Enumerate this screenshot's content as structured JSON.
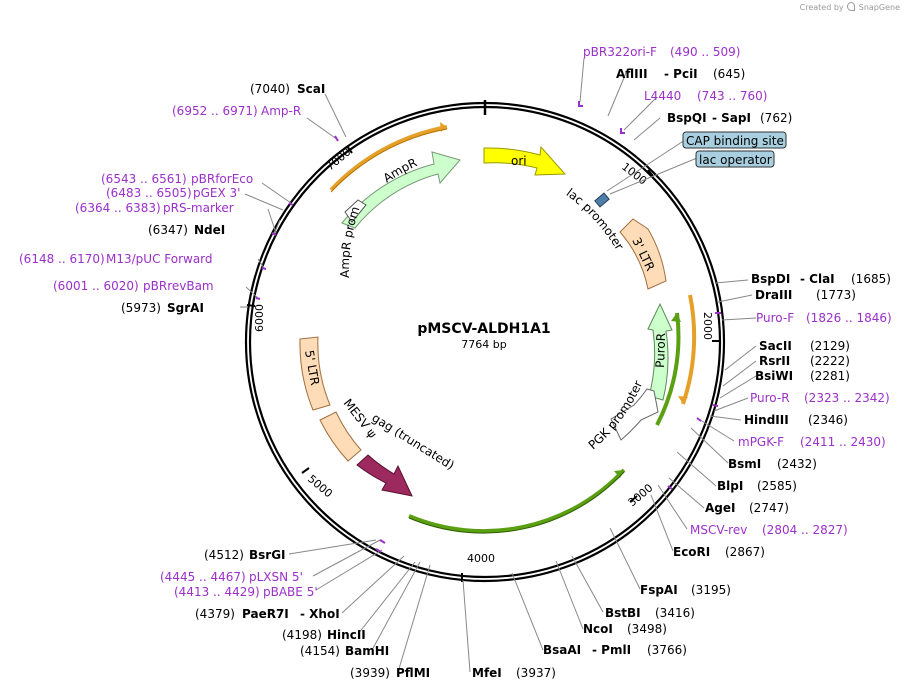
{
  "credit": {
    "created_by": "Created by",
    "brand": "SnapGene"
  },
  "plasmid": {
    "name": "pMSCV-ALDH1A1",
    "length": "7764 bp"
  },
  "ticks": [
    "1000",
    "2000",
    "3000",
    "4000",
    "5000",
    "6000",
    "7000"
  ],
  "features": {
    "ori": "ori",
    "ampr": "AmpR",
    "ampr_promoter": "AmpR promoter",
    "lac_promoter": "lac promoter",
    "ltr3": "3' LTR",
    "puror": "PuroR",
    "pgk_promoter": "PGK promoter",
    "ltr5": "5' LTR",
    "mesv_psi": "MESV ψ",
    "gag": "gag (truncated)",
    "cap_site": "CAP binding site",
    "lac_operator": "lac operator"
  },
  "enzymes": [
    {
      "id": "scai",
      "pre": "(7040)",
      "name": "ScaI",
      "post": ""
    },
    {
      "id": "ndei",
      "pre": "(6347)",
      "name": "NdeI",
      "post": ""
    },
    {
      "id": "sgrai",
      "pre": "(5973)",
      "name": "SgrAI",
      "post": ""
    },
    {
      "id": "afliii",
      "pre": "",
      "name": "AflIII",
      "post": ""
    },
    {
      "id": "pcii",
      "pre": "",
      "name": "- PciI",
      "post": "(645)"
    },
    {
      "id": "bspqi",
      "pre": "",
      "name": "BspQI",
      "post": ""
    },
    {
      "id": "sapi",
      "pre": "",
      "name": "- SapI",
      "post": "(762)"
    },
    {
      "id": "bspdi",
      "pre": "",
      "name": "BspDI",
      "post": ""
    },
    {
      "id": "clai",
      "pre": "",
      "name": "- ClaI",
      "post": "(1685)"
    },
    {
      "id": "draiii",
      "pre": "",
      "name": "DraIII",
      "post": "(1773)"
    },
    {
      "id": "sacii",
      "pre": "",
      "name": "SacII",
      "post": "(2129)"
    },
    {
      "id": "rsrii",
      "pre": "",
      "name": "RsrII",
      "post": "(2222)"
    },
    {
      "id": "bsiwi",
      "pre": "",
      "name": "BsiWI",
      "post": "(2281)"
    },
    {
      "id": "hindiii",
      "pre": "",
      "name": "HindIII",
      "post": "(2346)"
    },
    {
      "id": "bsmi",
      "pre": "",
      "name": "BsmI",
      "post": "(2432)"
    },
    {
      "id": "blpi",
      "pre": "",
      "name": "BlpI",
      "post": "(2585)"
    },
    {
      "id": "agei",
      "pre": "",
      "name": "AgeI",
      "post": "(2747)"
    },
    {
      "id": "ecori",
      "pre": "",
      "name": "EcoRI",
      "post": "(2867)"
    },
    {
      "id": "fspai",
      "pre": "",
      "name": "FspAI",
      "post": "(3195)"
    },
    {
      "id": "bstbi",
      "pre": "",
      "name": "BstBI",
      "post": "(3416)"
    },
    {
      "id": "ncoi",
      "pre": "",
      "name": "NcoI",
      "post": "(3498)"
    },
    {
      "id": "bsaai",
      "pre": "",
      "name": "BsaAI",
      "post": ""
    },
    {
      "id": "pmli",
      "pre": "",
      "name": "- PmlI",
      "post": "(3766)"
    },
    {
      "id": "mfei",
      "pre": "",
      "name": "MfeI",
      "post": "(3937)"
    },
    {
      "id": "pflmi",
      "pre": "(3939)",
      "name": "PflMI",
      "post": ""
    },
    {
      "id": "bamhi",
      "pre": "(4154)",
      "name": "BamHI",
      "post": ""
    },
    {
      "id": "hincii",
      "pre": "(4198)",
      "name": "HincII",
      "post": ""
    },
    {
      "id": "paer7i",
      "pre": "(4379)",
      "name": "PaeR7I",
      "post": ""
    },
    {
      "id": "xhoi",
      "pre": "",
      "name": "- XhoI",
      "post": ""
    },
    {
      "id": "bsrgi",
      "pre": "(4512)",
      "name": "BsrGI",
      "post": ""
    }
  ],
  "primers": [
    {
      "id": "pbr322ori",
      "name": "pBR322ori-F",
      "range": "(490 .. 509)"
    },
    {
      "id": "l4440",
      "name": "L4440",
      "range": "(743 .. 760)"
    },
    {
      "id": "puro_f",
      "name": "Puro-F",
      "range": "(1826 .. 1846)"
    },
    {
      "id": "puro_r",
      "name": "Puro-R",
      "range": "(2323 .. 2342)"
    },
    {
      "id": "mpgk_f",
      "name": "mPGK-F",
      "range": "(2411 .. 2430)"
    },
    {
      "id": "mscv_rev",
      "name": "MSCV-rev",
      "range": "(2804 .. 2827)"
    },
    {
      "id": "amp_r",
      "name": "Amp-R",
      "range": "(6952 .. 6971)"
    },
    {
      "id": "pbrforeco",
      "name": "pBRforEco",
      "range": "(6543 .. 6561)"
    },
    {
      "id": "pgex3",
      "name": "pGEX 3'",
      "range": "(6483 .. 6505)"
    },
    {
      "id": "prs_marker",
      "name": "pRS-marker",
      "range": "(6364 .. 6383)"
    },
    {
      "id": "m13_puc",
      "name": "M13/pUC Forward",
      "range": "(6148 .. 6170)"
    },
    {
      "id": "pbrrevbam",
      "name": "pBRrevBam",
      "range": "(6001 .. 6020)"
    },
    {
      "id": "plxsn5",
      "name": "pLXSN 5'",
      "range": "(4445 .. 4467)"
    },
    {
      "id": "pbabe5",
      "name": "pBABE 5'",
      "range": "(4413 .. 4429)"
    }
  ],
  "colors": {
    "backbone": "#000000",
    "ori": "#ffff00",
    "ampr": "#ccffcc",
    "ltr": "#fddcb7",
    "puror": "#ccffcc",
    "gag": "#9c2a5e",
    "orange_arc": "#e5a02a",
    "green_arc": "#5aa012",
    "primer": "#9b30c9",
    "feature_box": "#a7cfe0"
  }
}
